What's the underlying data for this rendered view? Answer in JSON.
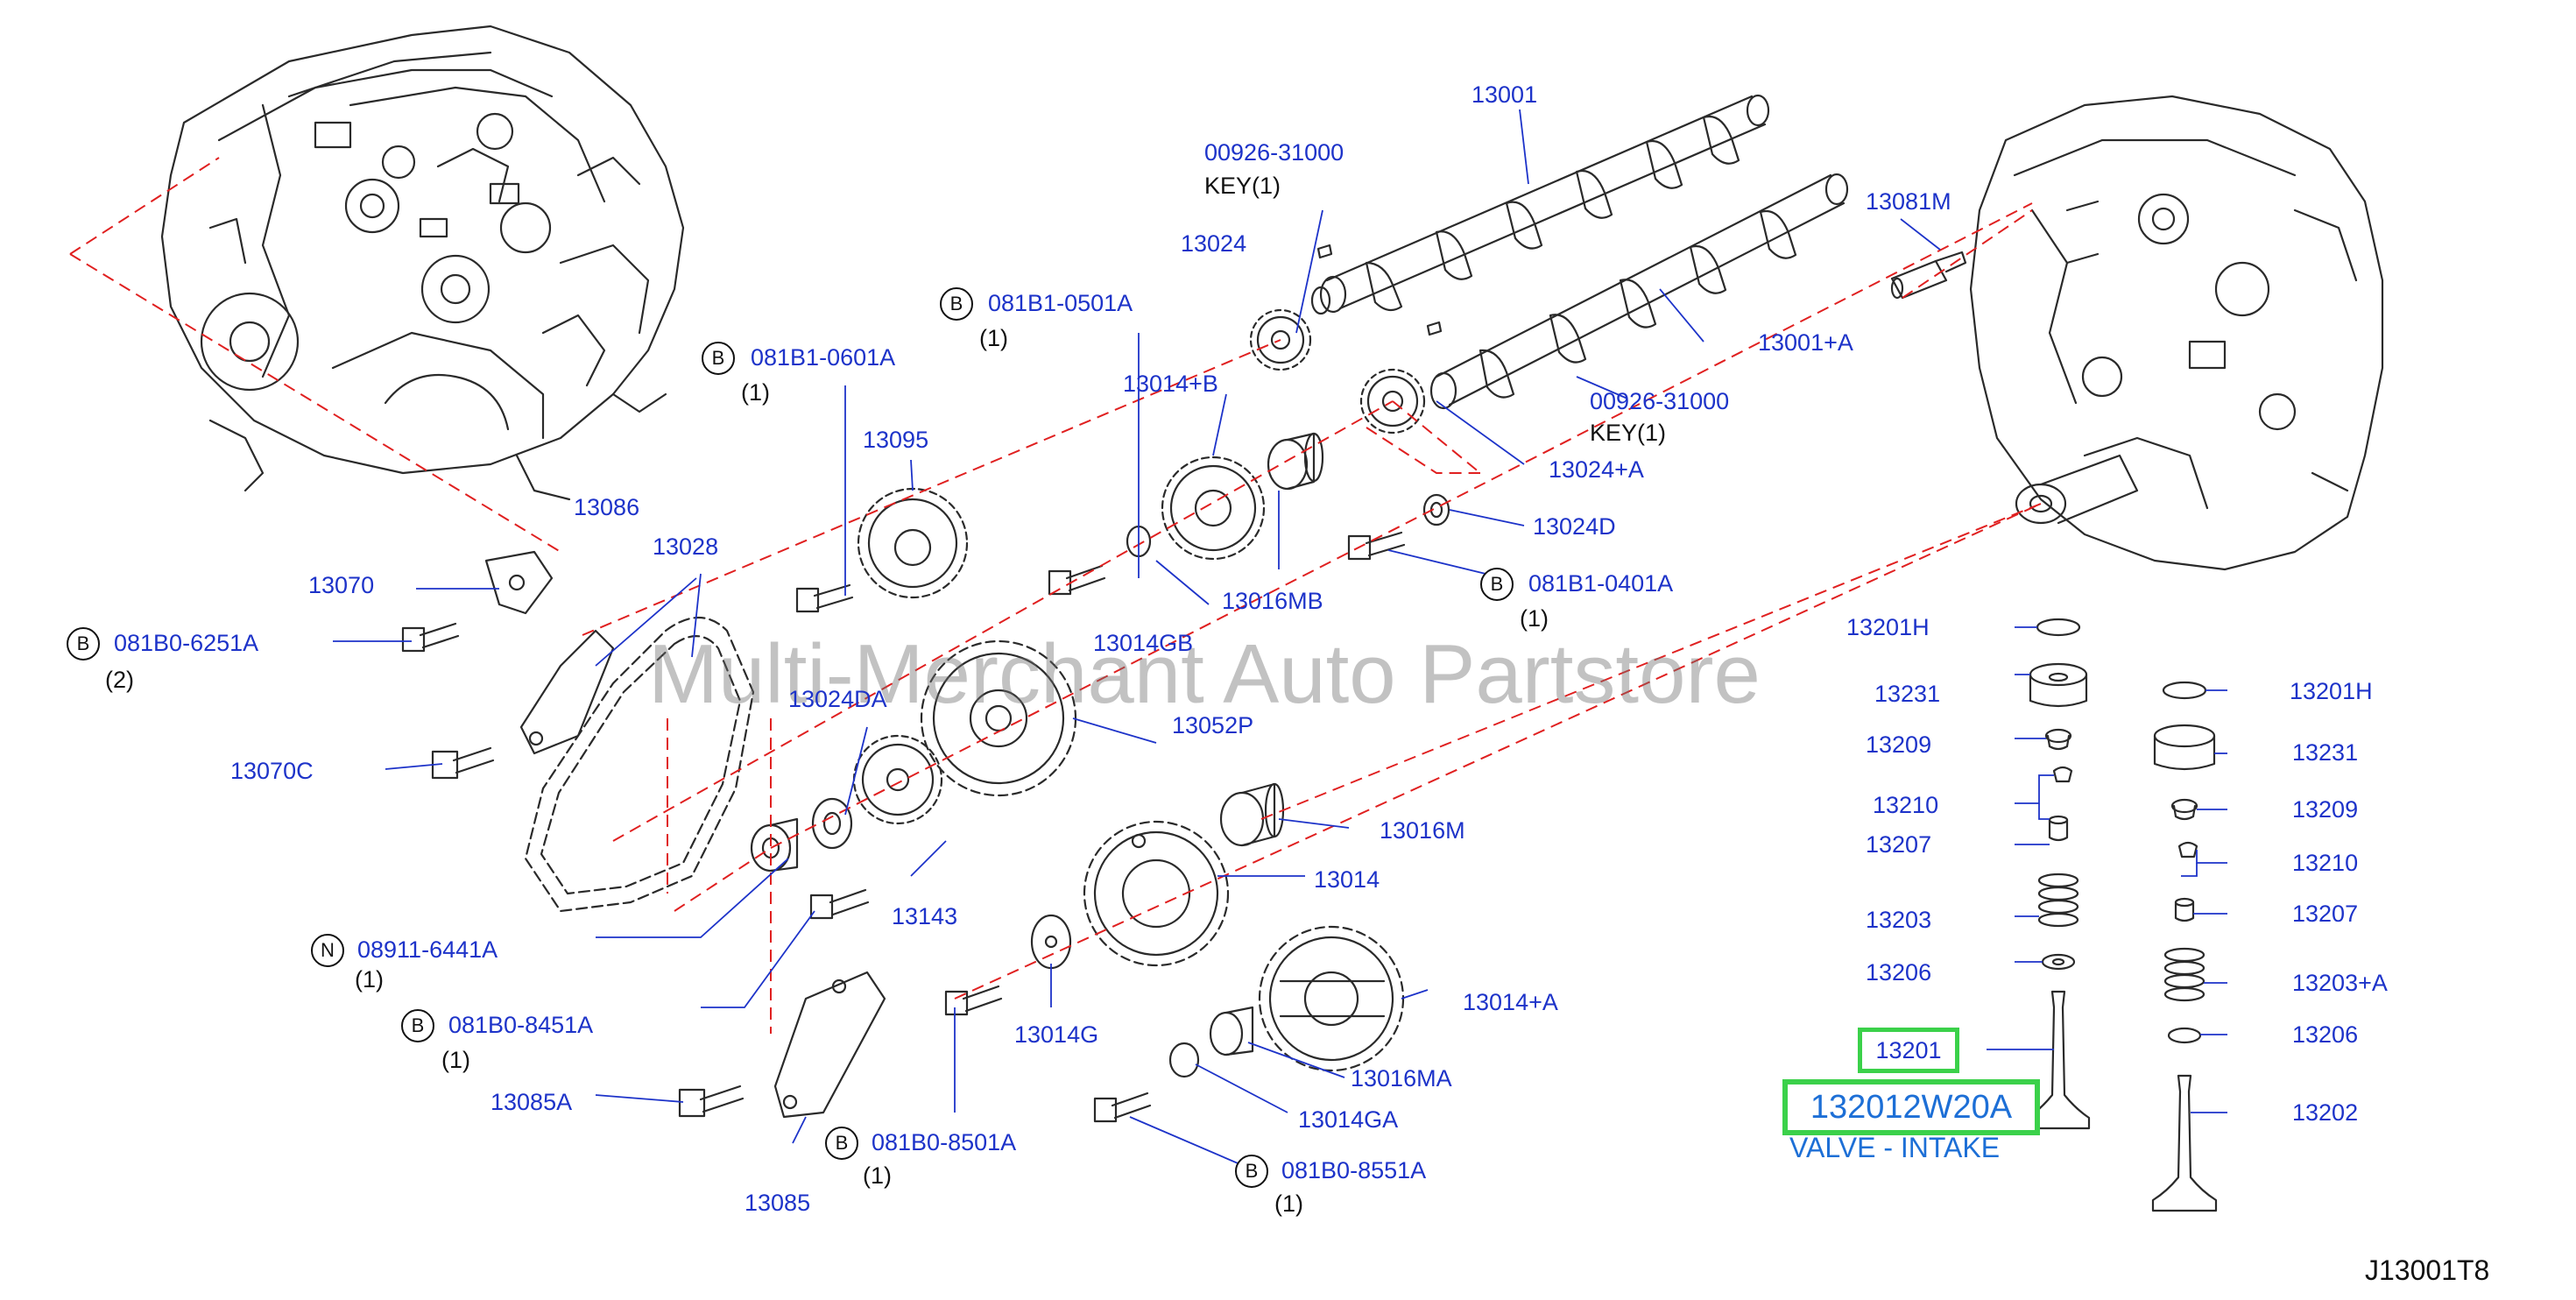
{
  "watermark": "Multi-Merchant Auto Partstore",
  "diagram_code": "J13001T8",
  "highlight": {
    "part_number": "132012W20A",
    "description": "VALVE - INTAKE",
    "ref": "13201"
  },
  "colors": {
    "label": "#1d33c9",
    "highlight_border": "#3bd14a",
    "leader_dash": "#e02020",
    "line_art": "#2a2a2a"
  },
  "callouts": {
    "c13001": "13001",
    "c00926_top": "00926-31000",
    "key_top": "KEY(1)",
    "c13024": "13024",
    "c13081M": "13081M",
    "c081B1_0501A": "081B1-0501A",
    "q0501": "(1)",
    "c13001A": "13001+A",
    "c081B1_0601A": "081B1-0601A",
    "q0601": "(1)",
    "c13014B": "13014+B",
    "c00926_mid": "00926-31000",
    "key_mid": "KEY(1)",
    "c13095": "13095",
    "c13024A": "13024+A",
    "c13086": "13086",
    "c13028": "13028",
    "c13024D": "13024D",
    "c13070": "13070",
    "c13016MB": "13016MB",
    "c081B1_0401A": "081B1-0401A",
    "q0401": "(1)",
    "c081B0_6251A": "081B0-6251A",
    "q6251": "(2)",
    "c13014GB": "13014GB",
    "c13024DA": "13024DA",
    "c13052P": "13052P",
    "c13070C": "13070C",
    "c13016M": "13016M",
    "c13014": "13014",
    "c13143": "13143",
    "c08911_6441A": "08911-6441A",
    "q6441": "(1)",
    "c081B0_8451A": "081B0-8451A",
    "q8451": "(1)",
    "c13014G": "13014G",
    "c13014A": "13014+A",
    "c13085A": "13085A",
    "c13016MA": "13016MA",
    "c13014GA": "13014GA",
    "c081B0_8501A": "081B0-8501A",
    "q8501": "(1)",
    "c081B0_8551A": "081B0-8551A",
    "q8551": "(1)",
    "c13085": "13085"
  },
  "prefix": {
    "B": "B",
    "N": "N"
  },
  "valve_left": [
    "13201H",
    "13231",
    "13209",
    "13210",
    "13207",
    "13203",
    "13206"
  ],
  "valve_right": [
    "13201H",
    "13231",
    "13209",
    "13210",
    "13207",
    "13203+A",
    "13206",
    "13202"
  ]
}
